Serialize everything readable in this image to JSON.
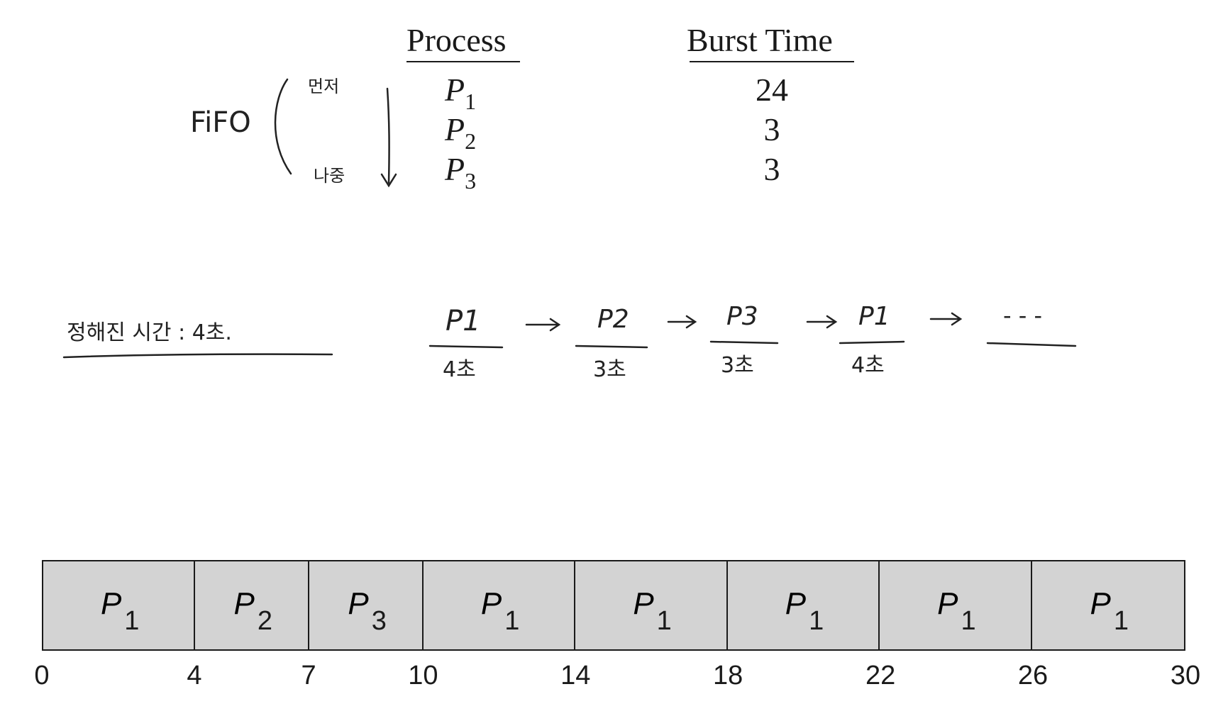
{
  "table": {
    "headers": {
      "process": "Process",
      "burst": "Burst Time"
    },
    "rows": [
      {
        "name": "P",
        "sub": "1",
        "burst": "24"
      },
      {
        "name": "P",
        "sub": "2",
        "burst": "3"
      },
      {
        "name": "P",
        "sub": "3",
        "burst": "3"
      }
    ]
  },
  "notes": {
    "fifo": "FiFO",
    "first": "먼저",
    "later": "나중",
    "quantum": "정해진  시간 : 4초.",
    "sequence": [
      {
        "proc": "P1",
        "time": "4초"
      },
      {
        "proc": "P2",
        "time": "3초"
      },
      {
        "proc": "P3",
        "time": "3초"
      },
      {
        "proc": "P1",
        "time": "4초"
      },
      {
        "proc": "- - -",
        "time": ""
      }
    ]
  },
  "gantt": {
    "segments": [
      {
        "label": "P",
        "sub": "1",
        "start": 0,
        "end": 4
      },
      {
        "label": "P",
        "sub": "2",
        "start": 4,
        "end": 7
      },
      {
        "label": "P",
        "sub": "3",
        "start": 7,
        "end": 10
      },
      {
        "label": "P",
        "sub": "1",
        "start": 10,
        "end": 14
      },
      {
        "label": "P",
        "sub": "1",
        "start": 14,
        "end": 18
      },
      {
        "label": "P",
        "sub": "1",
        "start": 18,
        "end": 22
      },
      {
        "label": "P",
        "sub": "1",
        "start": 22,
        "end": 26
      },
      {
        "label": "P",
        "sub": "1",
        "start": 26,
        "end": 30
      }
    ],
    "ticks": [
      "0",
      "4",
      "7",
      "10",
      "14",
      "18",
      "22",
      "26",
      "30"
    ],
    "fill_color": "#d3d3d3"
  }
}
